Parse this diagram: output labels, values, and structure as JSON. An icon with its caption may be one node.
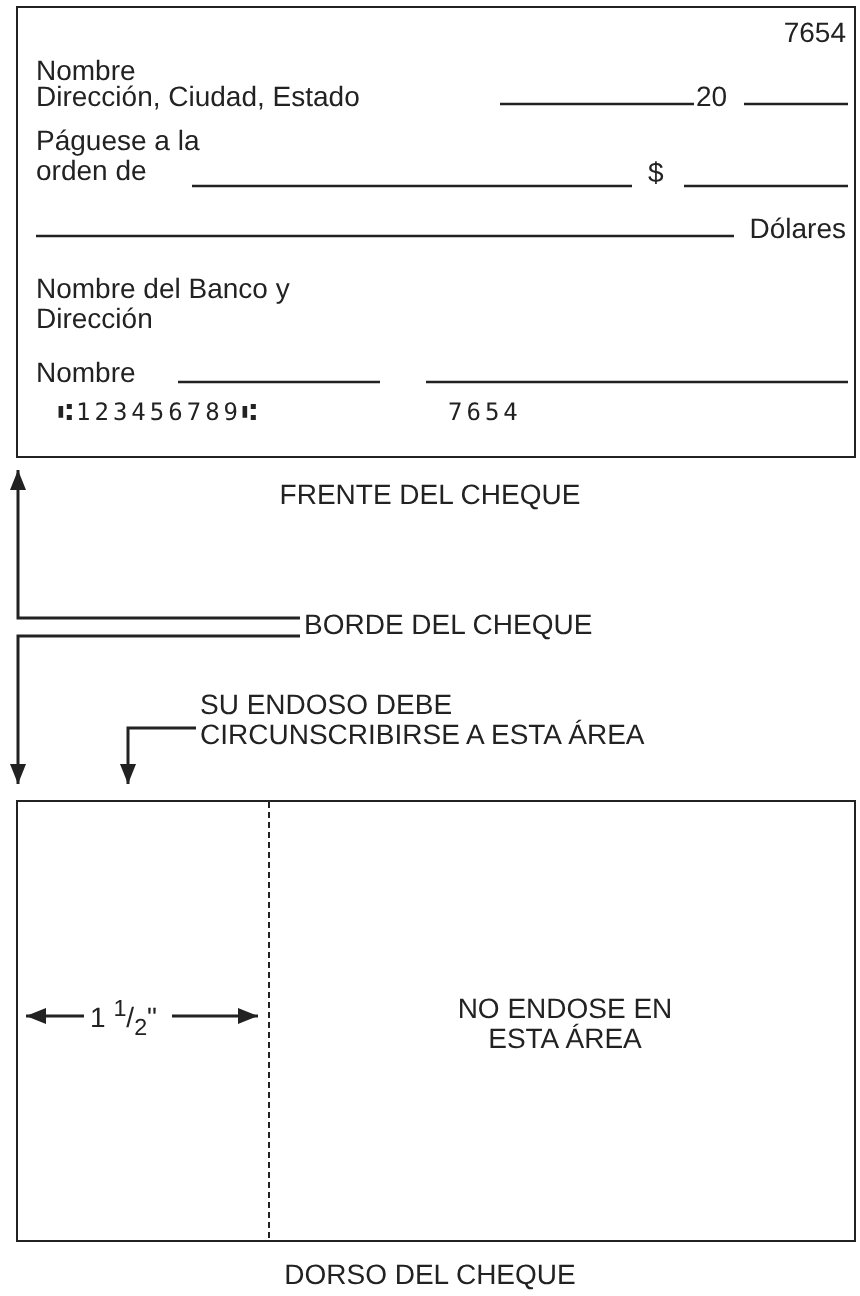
{
  "diagram": {
    "nodes": [
      {
        "text": [
          "7654",
          "Nombre",
          "Dirección, Ciudad, Estado",
          "20",
          "Páguese a la orden de",
          "$",
          "Dólares",
          "Nombre del Banco y Dirección",
          "Nombre",
          "⑆123456789⑆",
          "7654"
        ],
        "beside": [
          "FRENTE DEL CHEQUE"
        ]
      },
      {
        "text": [
          "BORDE DEL CHEQUE"
        ]
      },
      {
        "text": [],
        "shape": "box",
        "beside": [
          "DORSO DEL CHEQUE"
        ]
      },
      {
        "text": [
          "SU ENDOSO DEBE CIRCUNSCRIBIRSE A ESTA ÁREA"
        ]
      },
      {
        "text": [],
        "shape": "box",
        "in": 2
      },
      {
        "text": [
          "NO ENDOSE EN ESTA ÁREA"
        ],
        "in": 2
      }
    ],
    "edges": [
      {
        "from": 1,
        "to": 0,
        "arrow": "to"
      },
      {
        "from": 1,
        "to": 2,
        "arrow": "to"
      },
      {
        "from": 3,
        "to": 4,
        "arrow": "to"
      }
    ],
    "labels": [
      "1 $^{1}$/$_{2}$\""
    ]
  }
}
